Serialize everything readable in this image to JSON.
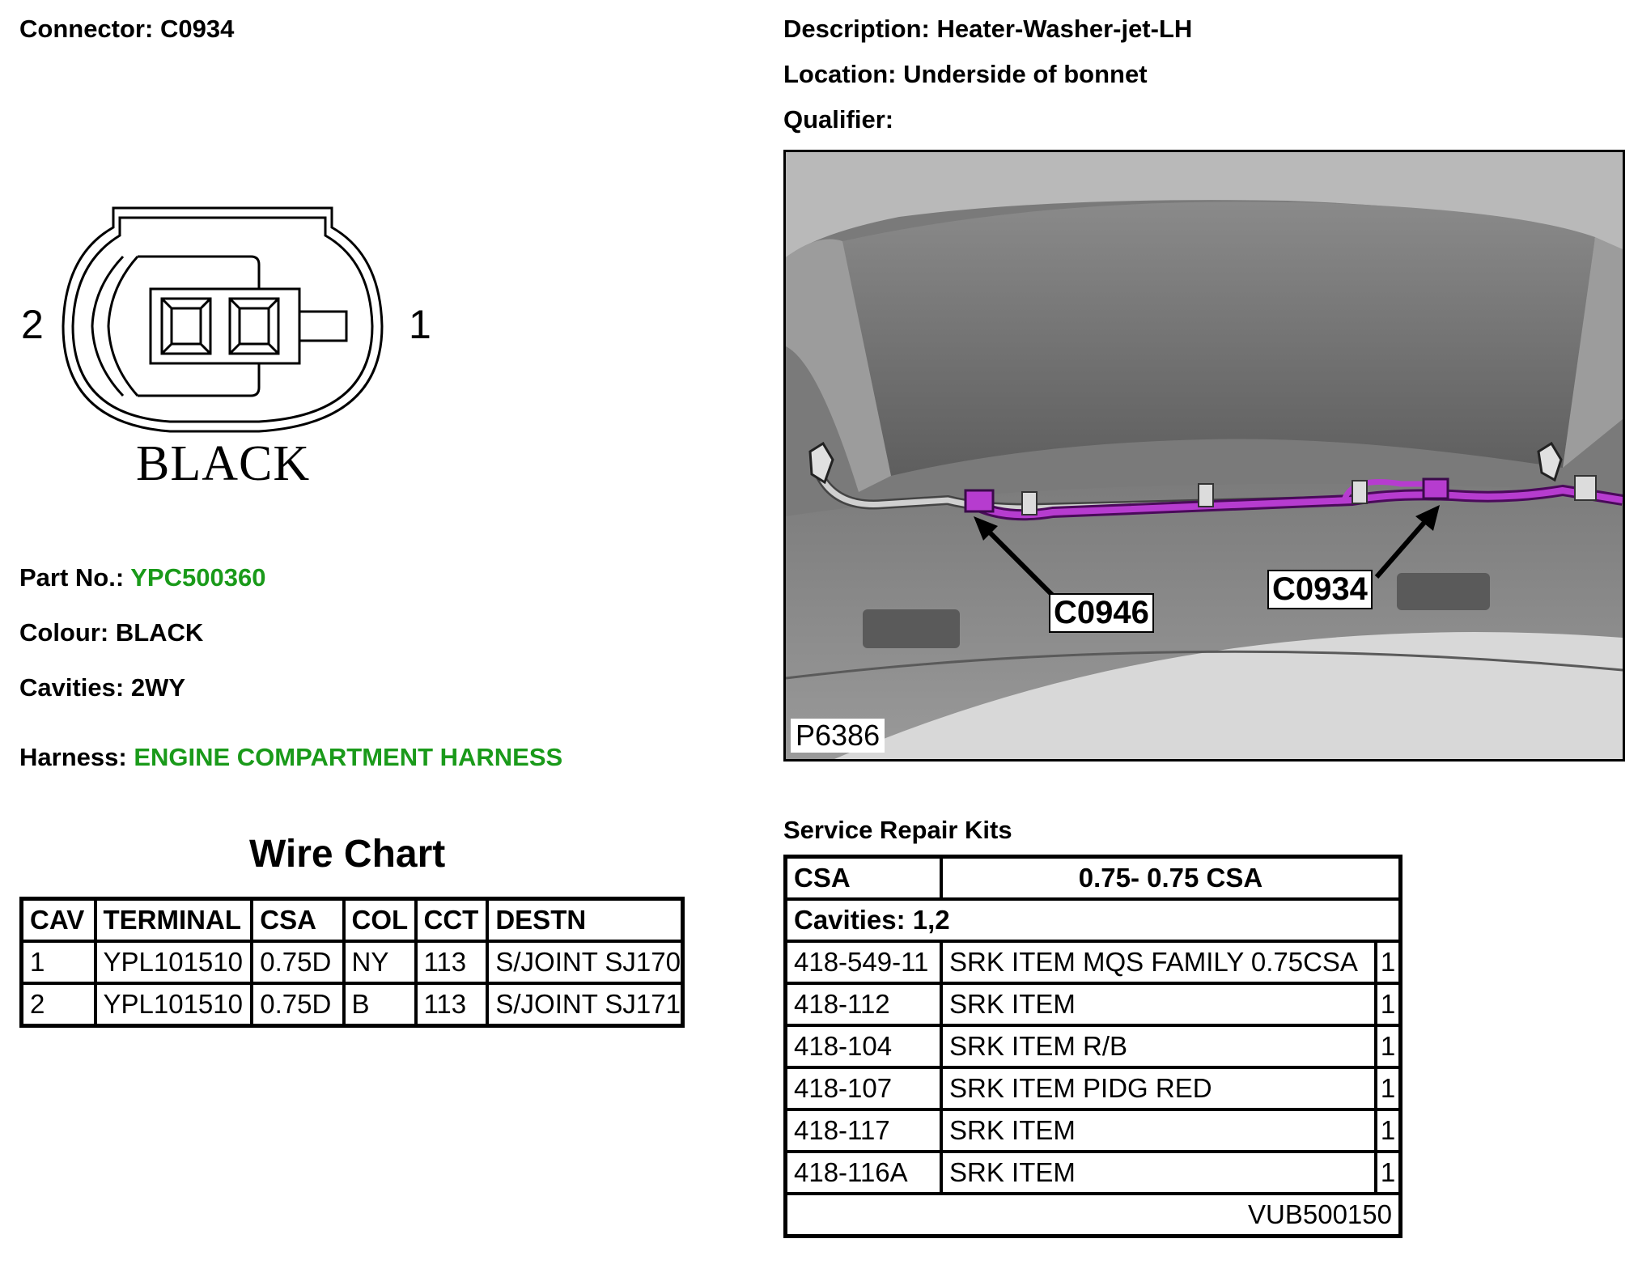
{
  "header": {
    "connector_label": "Connector:",
    "connector_value": "C0934",
    "description_label": "Description:",
    "description_value": "Heater-Washer-jet-LH",
    "location_label": "Location:",
    "location_value": "Underside of bonnet",
    "qualifier_label": "Qualifier:"
  },
  "connector_diagram": {
    "pin_left": "2",
    "pin_right": "1",
    "color_caption": "BLACK"
  },
  "details": {
    "part_no_label": "Part No.:",
    "part_no_value": "YPC500360",
    "colour_label": "Colour:",
    "colour_value": "BLACK",
    "cavities_label": "Cavities:",
    "cavities_value": "2WY",
    "harness_label": "Harness:",
    "harness_value": "ENGINE COMPARTMENT HARNESS",
    "link_color": "#1a9a1a"
  },
  "photo": {
    "callout_1": "C0946",
    "callout_2": "C0934",
    "figure_ref": "P6386",
    "harness_color": "#a020c0"
  },
  "wire_chart": {
    "title": "Wire Chart",
    "headers": [
      "CAV",
      "TERMINAL",
      "CSA",
      "COL",
      "CCT",
      "DESTN"
    ],
    "rows": [
      [
        "1",
        "YPL101510",
        "0.75D",
        "NY",
        "113",
        "S/JOINT SJ170"
      ],
      [
        "2",
        "YPL101510",
        "0.75D",
        "B",
        "113",
        "S/JOINT SJ171"
      ]
    ]
  },
  "repair_kits": {
    "title": "Service Repair Kits",
    "csa_label": "CSA",
    "csa_value": "0.75- 0.75 CSA",
    "cavities": "Cavities: 1,2",
    "items": [
      [
        "418-549-11",
        "SRK ITEM MQS FAMILY 0.75CSA",
        "1"
      ],
      [
        "418-112",
        "SRK ITEM",
        "1"
      ],
      [
        "418-104",
        "SRK ITEM R/B",
        "1"
      ],
      [
        "418-107",
        "SRK ITEM PIDG RED",
        "1"
      ],
      [
        "418-117",
        "SRK ITEM",
        "1"
      ],
      [
        "418-116A",
        "SRK ITEM",
        "1"
      ]
    ],
    "kit_ref": "VUB500150"
  }
}
